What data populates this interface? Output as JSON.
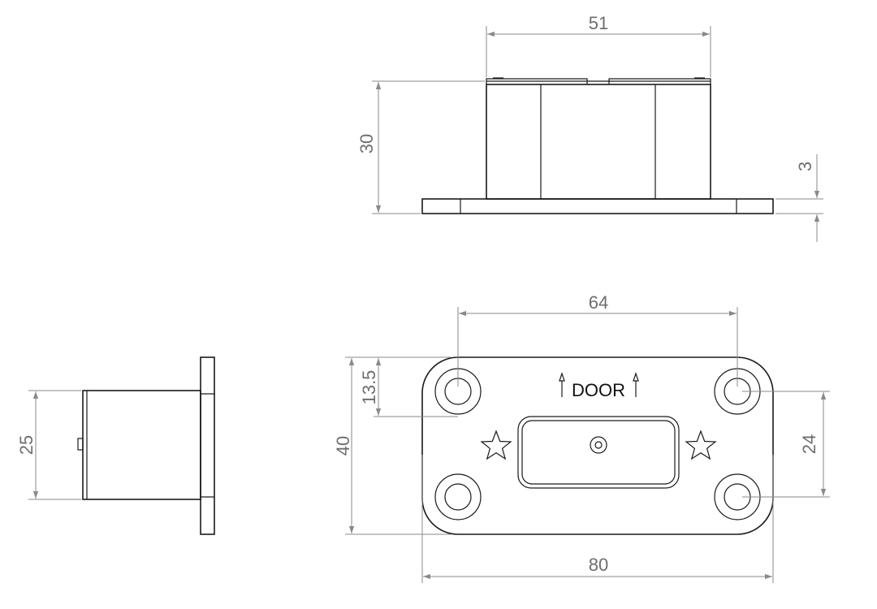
{
  "dimensions": {
    "top_width": "51",
    "top_height": "30",
    "top_thickness": "3",
    "plan_hole_spacing": "64",
    "plan_overall_length": "80",
    "plan_overall_width": "40",
    "plan_hole_offset": "13.5",
    "plan_hole_vertical": "24",
    "side_width": "25"
  },
  "labels": {
    "door": "DOOR"
  },
  "colors": {
    "part_line": "#1a1a1a",
    "dimension_line": "#8a8a8a",
    "dimension_text": "#6e6e6e"
  },
  "icons": [
    "arrow-up-icon",
    "star-icon"
  ]
}
